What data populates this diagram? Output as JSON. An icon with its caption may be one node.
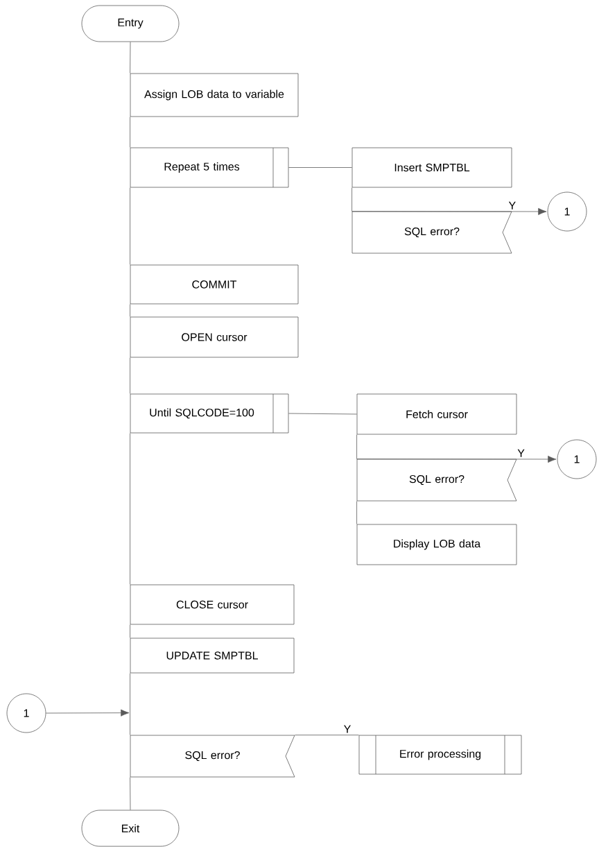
{
  "diagram": {
    "nodes": [
      {
        "text": [
          "Entry"
        ]
      },
      {
        "text": [
          "Assign LOB data to variable"
        ]
      },
      {
        "text": [
          "Repeat 5 times"
        ]
      },
      {
        "text": [
          "Insert SMPTBL"
        ]
      },
      {
        "text": [
          "SQL error?"
        ]
      },
      {
        "text": [
          "1"
        ]
      },
      {
        "text": [
          "COMMIT"
        ]
      },
      {
        "text": [
          "OPEN cursor"
        ]
      },
      {
        "text": [
          "Until SQLCODE=100"
        ]
      },
      {
        "text": [
          "Fetch cursor"
        ]
      },
      {
        "text": [
          "SQL error?"
        ]
      },
      {
        "text": [
          "1"
        ]
      },
      {
        "text": [
          "Display LOB data"
        ]
      },
      {
        "text": [
          "CLOSE cursor"
        ]
      },
      {
        "text": [
          "UPDATE SMPTBL"
        ]
      },
      {
        "text": [
          "1"
        ]
      },
      {
        "text": [
          "SQL error?"
        ]
      },
      {
        "text": [
          "Error processing"
        ]
      },
      {
        "text": [
          "Exit"
        ]
      }
    ],
    "edges": [
      {
        "from": 0,
        "to": 1,
        "arrow": "none"
      },
      {
        "from": 1,
        "to": 2,
        "arrow": "none"
      },
      {
        "from": 2,
        "to": 3,
        "arrow": "none"
      },
      {
        "from": 3,
        "to": 4,
        "arrow": "none"
      },
      {
        "from": 4,
        "to": 5,
        "arrow": "to",
        "label": "Y"
      },
      {
        "from": 2,
        "to": 6,
        "arrow": "none"
      },
      {
        "from": 6,
        "to": 7,
        "arrow": "none"
      },
      {
        "from": 7,
        "to": 8,
        "arrow": "none"
      },
      {
        "from": 8,
        "to": 9,
        "arrow": "none"
      },
      {
        "from": 9,
        "to": 10,
        "arrow": "none"
      },
      {
        "from": 10,
        "to": 11,
        "arrow": "to",
        "label": "Y"
      },
      {
        "from": 10,
        "to": 12,
        "arrow": "none"
      },
      {
        "from": 8,
        "to": 13,
        "arrow": "none"
      },
      {
        "from": 13,
        "to": 14,
        "arrow": "none"
      },
      {
        "from": 14,
        "to": 16,
        "arrow": "none"
      },
      {
        "from": 15,
        "to": 16,
        "arrow": "to"
      },
      {
        "from": 16,
        "to": 17,
        "arrow": "none",
        "label": "Y"
      },
      {
        "from": 16,
        "to": 18,
        "arrow": "none"
      }
    ]
  }
}
